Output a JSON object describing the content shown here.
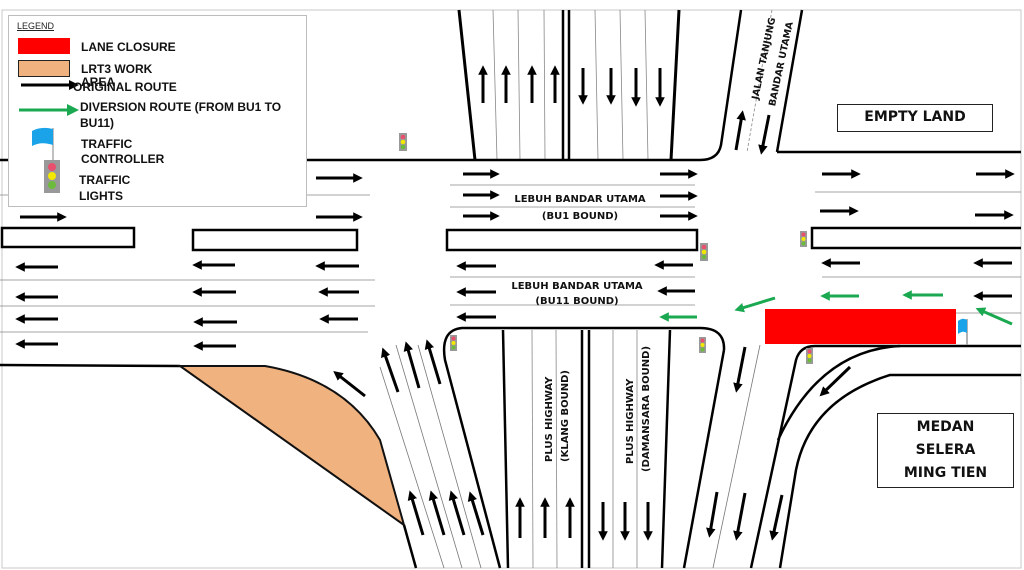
{
  "legend": {
    "title": "LEGEND",
    "items": [
      {
        "icon": "lane-closure-swatch",
        "label": "LANE CLOSURE",
        "color": "#ff0000"
      },
      {
        "icon": "lrt3-work-swatch",
        "label": "LRT3 WORK AREA",
        "label_line1": "LRT3 WORK",
        "label_line2": "AREA",
        "color": "#f0b27f"
      },
      {
        "icon": "black-arrow-icon",
        "label": "ORIGINAL ROUTE",
        "color": "#000000"
      },
      {
        "icon": "green-arrow-icon",
        "label_line1": "DIVERSION ROUTE (FROM BU1 TO",
        "label_line2": "BU11)",
        "color": "#1aa850"
      },
      {
        "icon": "blue-flag-icon",
        "label_line1": "TRAFFIC",
        "label_line2": "CONTROLLER",
        "color": "#1aa3e8"
      },
      {
        "icon": "traffic-light-icon",
        "label_line1": "TRAFFIC",
        "label_line2": "LIGHTS"
      }
    ]
  },
  "roads": {
    "bu1": {
      "line1": "LEBUH BANDAR UTAMA",
      "line2": "(BU1 BOUND)"
    },
    "bu11": {
      "line1": "LEBUH BANDAR UTAMA",
      "line2": "(BU11 BOUND)"
    },
    "jalan": {
      "line1": "JALAN TANJUNG",
      "line2": "BANDAR UTAMA"
    },
    "plus_klang": {
      "line1": "PLUS HIGHWAY",
      "line2": "(KLANG BOUND)"
    },
    "plus_damansara": {
      "line1": "PLUS HIGHWAY",
      "line2": "(DAMANSARA BOUND)"
    }
  },
  "landmarks": {
    "empty_land": "EMPTY LAND",
    "medan": {
      "line1": "MEDAN",
      "line2": "SELERA",
      "line3": "MING TIEN"
    }
  },
  "colors": {
    "lane_closure": "#ff0000",
    "lrt3_work": "#f0b27f",
    "diversion": "#1aa850",
    "original": "#000000",
    "flag": "#1aa3e8"
  }
}
